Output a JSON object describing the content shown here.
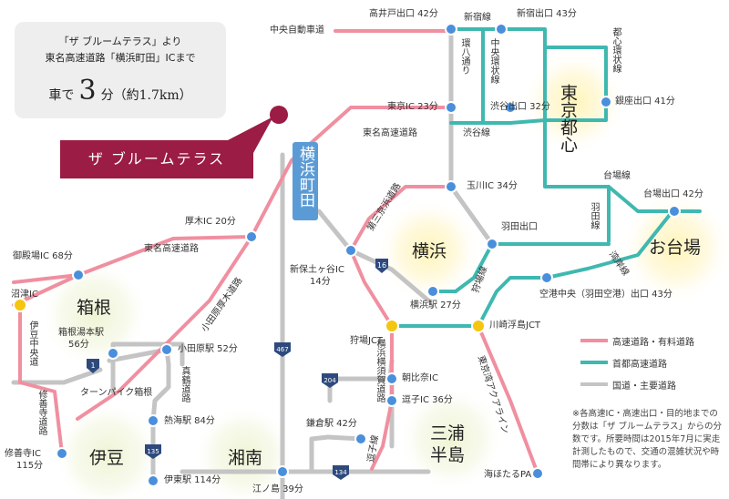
{
  "info": {
    "line1": "「ザ ブルームテラス」より",
    "line2": "東名高速道路「横浜町田」ICまで",
    "time_prefix": "車で",
    "time_value": "3",
    "time_suffix": "分（約1.7km）"
  },
  "banner": "ザ ブルームテラス",
  "yokohama_machida": "横浜町田",
  "areas": {
    "tokyo": "東京都心",
    "odaiba": "お台場",
    "yokohama": "横浜",
    "hakone": "箱根",
    "izu": "伊豆",
    "shonan": "湘南",
    "miura_line1": "三浦",
    "miura_line2": "半島"
  },
  "places": {
    "takaido": "高井戸出口 42分",
    "shinjuku_exit": "新宿出口 43分",
    "tokyo_ic": "東京IC 23分",
    "shibuya_exit": "渋谷出口 32分",
    "ginza_exit": "銀座出口 41分",
    "tamagawa": "玉川IC 34分",
    "daiba_exit": "台場出口 42分",
    "haneda_exit": "羽田出口",
    "airport_exit": "空港中央（羽田空港）出口 43分",
    "atsugi": "厚木IC 20分",
    "gotemba": "御殿場IC 68分",
    "numazu": "沼津IC",
    "hakone_yumoto_1": "箱根湯本駅",
    "hakone_yumoto_2": "56分",
    "odawara": "小田原駅 52分",
    "atami": "熱海駅 84分",
    "ito": "伊東駅 114分",
    "shuzenji_1": "修善寺IC",
    "shuzenji_2": "115分",
    "shinhodogaya_1": "新保土ヶ谷IC",
    "shinhodogaya_2": "14分",
    "yokohama_sta": "横浜駅 27分",
    "karibaJCT": "狩場JCT",
    "kawasakiJCT": "川崎浮島JCT",
    "asahina": "朝比奈IC",
    "zushi": "逗子IC 36分",
    "kamakura": "鎌倉駅 42分",
    "enoshima": "江ノ島 39分",
    "umihotaru": "海ほたるPA",
    "turnpike": "ターンパイク箱根"
  },
  "roads": {
    "chuo": "中央自動車道",
    "shinjuku_line": "新宿線",
    "kanpachi": "環八通り",
    "chuo_kanjo": "中央環状線",
    "toshin_kanjo": "都心環状線",
    "shibuya_line": "渋谷線",
    "tomei_upper": "東名高速道路",
    "tomei_lower": "東名高速道路",
    "daisan_keihin": "第三京浜道路",
    "daiba_line": "台場線",
    "haneda_line": "羽田線",
    "wangan_line": "湾岸線",
    "kariba_line": "狩場線",
    "odawara_atsugi": "小田原厚木道路",
    "izu_chuo": "伊豆中央道",
    "shuzenji_road": "修善寺道路",
    "manazuru_road": "真鶴道路",
    "yokohama_yokosuka": "横浜横須賀道路",
    "zushi_line": "逗子線",
    "aqualine": "東京湾アクアライン"
  },
  "route_numbers": {
    "r16": "16",
    "r467": "467",
    "r1": "1",
    "r204": "204",
    "r135": "135",
    "r134": "134"
  },
  "legend": {
    "expressway": "高速道路・有料道路",
    "metro_expressway": "首都高速道路",
    "national_road": "国道・主要道路"
  },
  "note": "※各高速IC・高速出口・目的地までの分数は「ザ ブルームテラス」からの分数です。所要時間は2015年7月に実走計測したもので、交通の混雑状況や時間帯により異なります。",
  "colors": {
    "expressway": "#f08fa0",
    "metro": "#3fb8b0",
    "national": "#c4c4c4",
    "node": "#4a8fdb",
    "jct": "#f5c60f",
    "banner": "#9b1c44"
  }
}
